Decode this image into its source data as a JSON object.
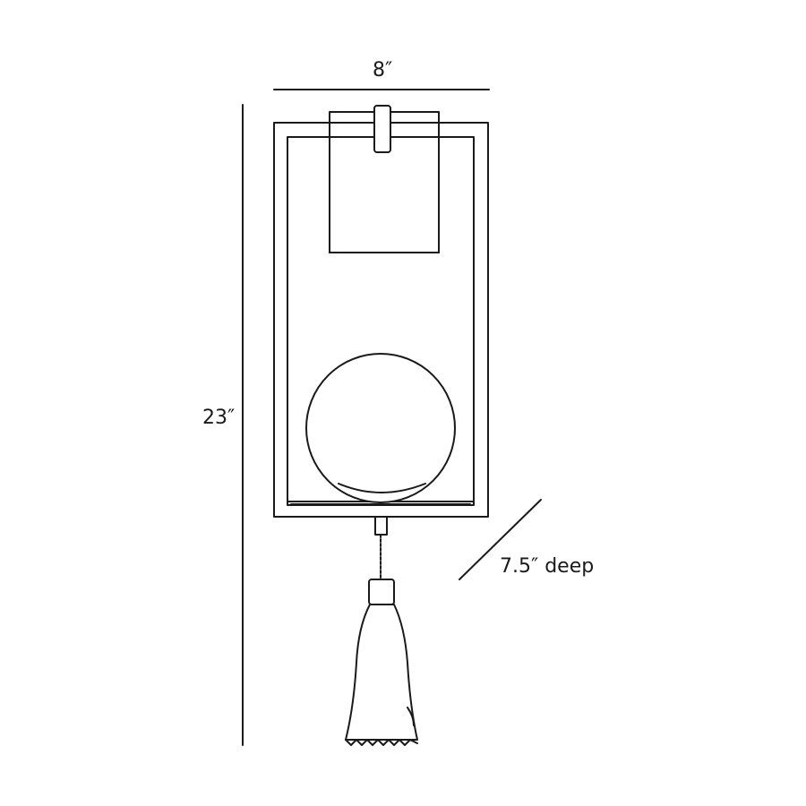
{
  "dimensions": {
    "width": "8″",
    "height": "23″",
    "depth": "7.5″ deep"
  },
  "colors": {
    "line": "#1a1a1a",
    "background": "#ffffff"
  }
}
